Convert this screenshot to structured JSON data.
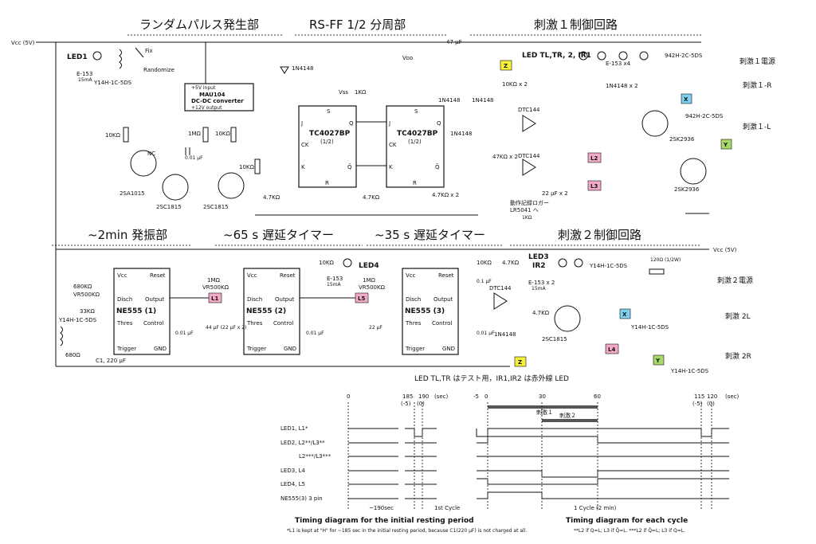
{
  "headers": {
    "random_pulse": "ランダムパルス発生部",
    "rsff": "RS-FF 1/2 分周部",
    "stim1": "刺激１制御回路",
    "osc2min": "~2min 発振部",
    "delay65": "~65 s 遅延タイマー",
    "delay35": "~35 s 遅延タイマー",
    "stim2": "刺激２制御回路"
  },
  "rails": {
    "vcc_top": "Vcc (5V)",
    "vcc_mid": "Vcc (5V)",
    "vdd": "Vᴅᴅ",
    "vss": "Vss"
  },
  "labels": {
    "led1": "LED1",
    "led_tl": "LED TL,TR, 2, IR1",
    "led4": "LED4",
    "led3": "LED3",
    "ir2": "IR2",
    "fix": "Fix",
    "randomize": "Randomize",
    "relay_y14h_top": "Y14H-1C-5DS",
    "e153_a": "E-153",
    "e153_a_cur": "15mA",
    "mau104": "MAU104",
    "dcdc": "DC-DC converter",
    "in5v": "+5V input",
    "out12v": "+12V output",
    "d1n4148": "1N4148",
    "tc4027_a": "TC4027BP",
    "tc4027_b": "TC4027BP",
    "half": "(1/2)",
    "pin_s": "S",
    "pin_r": "R",
    "pin_j": "J",
    "pin_k": "K",
    "pin_ck": "CK",
    "pin_q": "Q",
    "pin_qb": "Q̄",
    "r10k": "10KΩ",
    "r1m": "1MΩ",
    "r4_7k": "4.7KΩ",
    "r47k_x2": "47KΩ x 2",
    "r4_7k_x2": "4.7KΩ x 2",
    "r10k_x2": "10KΩ x 2",
    "c01": "0.01 µF",
    "c47": "47 µF",
    "c22x2": "22 µF x 2",
    "nc": "NC",
    "q2sa1015": "2SA1015",
    "q2sc1815": "2SC1815",
    "dtc144": "DTC144",
    "rel_942h": "942H-2C-5DS",
    "fet_2sk2936": "2SK2936",
    "logger": "動作記録ロガー",
    "logger2": "LR5041 へ",
    "r1k": "1KΩ",
    "e153_x4": "E-153 x4",
    "d1n4148_x2": "1N4148 x 2",
    "stim1_power": "刺激１電源",
    "stim1_r": "刺激１-R",
    "stim1_l": "刺激１-L",
    "ne555_1": "NE555 (1)",
    "ne555_2": "NE555 (2)",
    "ne555_3": "NE555 (3)",
    "pin_vcc": "Vcc",
    "pin_reset": "Reset",
    "pin_disch": "Disch",
    "pin_output": "Output",
    "pin_thres": "Thres",
    "pin_control": "Control",
    "pin_trigger": "Trigger",
    "pin_gnd": "GND",
    "r680k": "680KΩ",
    "vr500k": "VR500KΩ",
    "r33k": "33KΩ",
    "r680": "680Ω",
    "c1": "C1, 220 µF",
    "c44": "44 µF (22 µF x 2)",
    "c22": "22 µF",
    "c01b": "0.01 µF",
    "c0_1": "0.1 µF",
    "rel_y14h_mid": "Y14H-1C-5DS",
    "e153_x2": "E-153 x 2",
    "r120": "120Ω (1/2W)",
    "stim2_power": "刺激２電源",
    "stim2_l": "刺激 2L",
    "stim2_r": "刺激 2R",
    "note_led": "LED TL,TR はテスト用，IR1,IR2 は赤外線 LED"
  },
  "tags": {
    "l1": "L1",
    "l2": "L2",
    "l3": "L3",
    "l4": "L4",
    "l5": "L5",
    "x": "X",
    "y": "Y",
    "z": "Z"
  },
  "timing": {
    "left_title": "Timing diagram for the initial resting period",
    "right_title": "Timing diagram for each cycle",
    "left_ticks": [
      "0",
      "185",
      "190",
      "(sec)",
      "(-5)",
      "(0)"
    ],
    "right_ticks": [
      "-5",
      "0",
      "30",
      "60",
      "115",
      "120",
      "(sec)",
      "(-5)",
      "(0)"
    ],
    "stim1_bar": "刺激１",
    "stim2_bar": "刺激２",
    "rows": [
      "LED1, L1*",
      "LED2, L2**/L3**",
      "L2***/L3***",
      "LED3, L4",
      "LED4, L5",
      "NE555(3) 3 pin"
    ],
    "left_span": "~190sec",
    "first_cycle": "1st Cycle",
    "cycle": "1 Cycle (2 min)",
    "footnote_left": "*L1 is kept at \"H\" for ~185 sec in the initial resting period, because C1(220 µF) is not charged at all.",
    "footnote_right": "**L2 if Q=L; L3 if Q̄=L.   ***L2 if Q̄=L; L3 if Q=L."
  }
}
